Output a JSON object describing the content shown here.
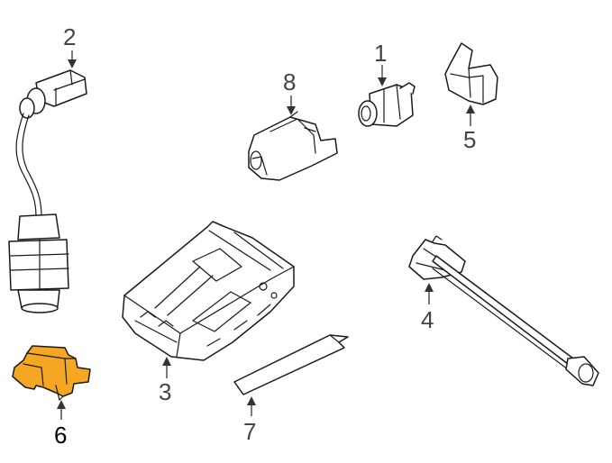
{
  "diagram": {
    "highlight_color": "#f5a623",
    "callouts": {
      "c1": "1",
      "c2": "2",
      "c3": "3",
      "c4": "4",
      "c5": "5",
      "c6": "6",
      "c7": "7",
      "c8": "8"
    },
    "highlighted_part": "6"
  }
}
